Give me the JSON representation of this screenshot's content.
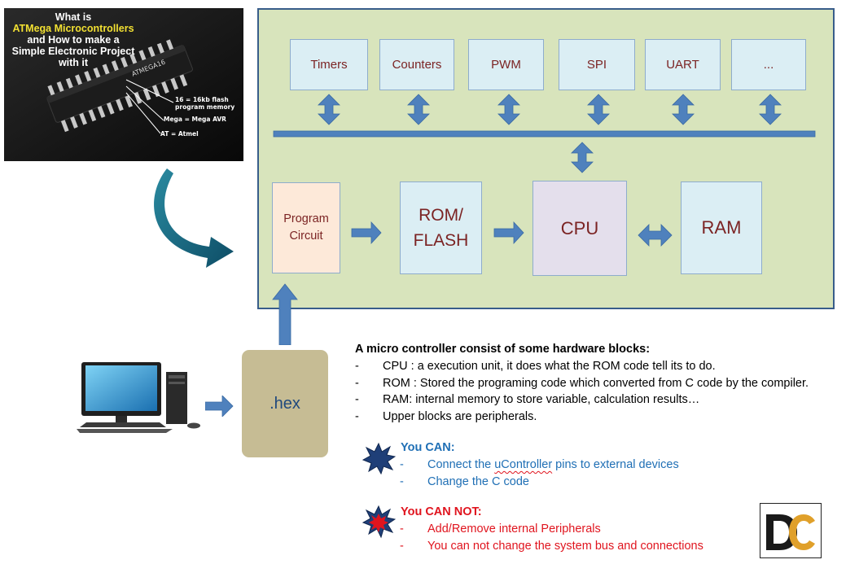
{
  "photo": {
    "title_line1": "What is",
    "title_line2": "ATMega Microcontrollers",
    "title_line3": "and How to make a",
    "title_line4": "Simple Electronic Project",
    "title_line5": "with it",
    "chip_label": "ATMEGA16",
    "ann_line1": "16 = 16kb flash",
    "ann_line2": "program memory",
    "ann_line3": "Mega = Mega AVR",
    "ann_line4": "AT = Atmel"
  },
  "peripherals": [
    "Timers",
    "Counters",
    "PWM",
    "SPI",
    "UART",
    "..."
  ],
  "blocks": {
    "program_circuit_1": "Program",
    "program_circuit_2": "Circuit",
    "rom_1": "ROM/",
    "rom_2": "FLASH",
    "cpu": "CPU",
    "ram": "RAM"
  },
  "hex_label": ".hex",
  "notes": {
    "heading": "A micro controller consist of some hardware blocks:",
    "items": [
      "CPU : a execution unit, it does what the ROM code tell its to do.",
      "ROM : Stored the programing code which converted from C code by the compiler.",
      "RAM: internal memory to store variable, calculation results…",
      "Upper blocks are peripherals."
    ]
  },
  "can": {
    "heading": "You CAN:",
    "item1_pre": "Connect the ",
    "item1_mark": "uController",
    "item1_post": " pins to external devices",
    "item2": "Change the C code"
  },
  "cannot": {
    "heading": "You CAN NOT:",
    "item1": "Add/Remove internal Peripherals",
    "item2": "You can not change the system bus and connections"
  },
  "dash": "-",
  "logo_text": "DC",
  "colors": {
    "mcu_bg": "#d8e4bc",
    "peripheral_bg": "#dbeef4",
    "program_bg": "#fde9d9",
    "cpu_bg": "#e4dfec",
    "arrow": "#4f81bd",
    "block_text": "#7b2323",
    "can_text": "#1f6fb5",
    "cannot_text": "#e0141e",
    "hex_bg": "#c6bc94"
  }
}
